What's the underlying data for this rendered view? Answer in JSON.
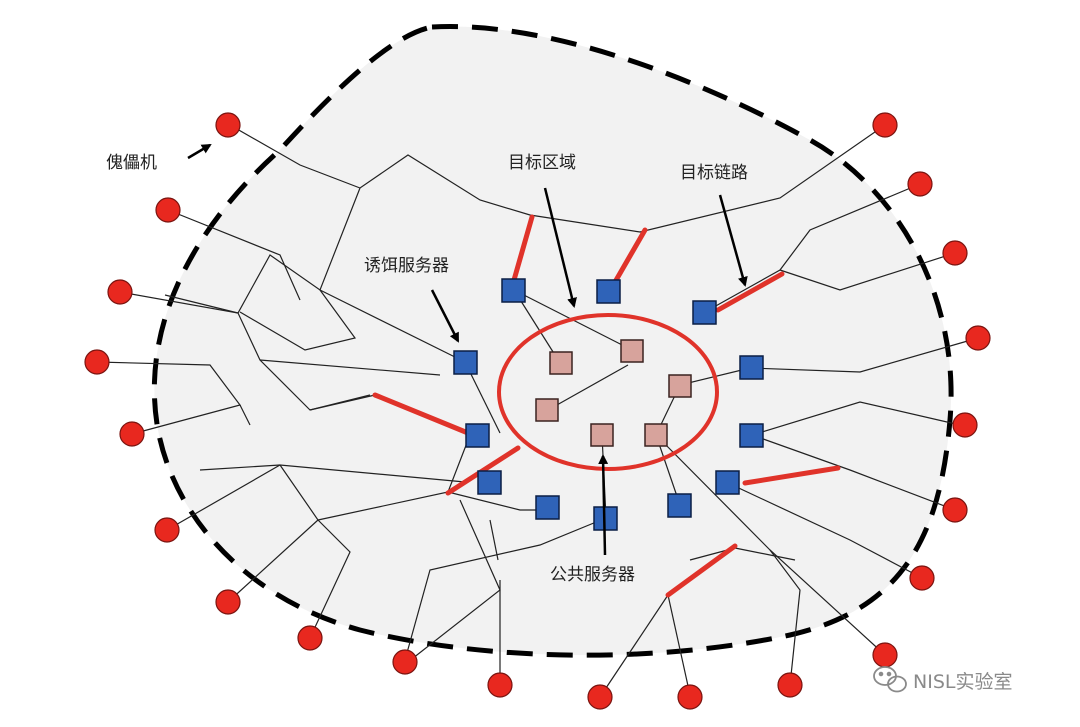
{
  "labels": {
    "botnet": "傀儡机",
    "target_area": "目标区域",
    "target_link": "目标链路",
    "decoy_server": "诱饵服务器",
    "public_server": "公共服务器"
  },
  "watermark": {
    "text": "NISL实验室",
    "icon": "wechat-icon"
  },
  "colors": {
    "region_fill": "#f2f2f2",
    "region_border": "#000000",
    "bot": "#e8281f",
    "decoy_server": "#2f63b8",
    "public_server": "#d7a39c",
    "target_link": "#e0332a",
    "target_area_ring": "#e0332a",
    "link": "#222222"
  }
}
